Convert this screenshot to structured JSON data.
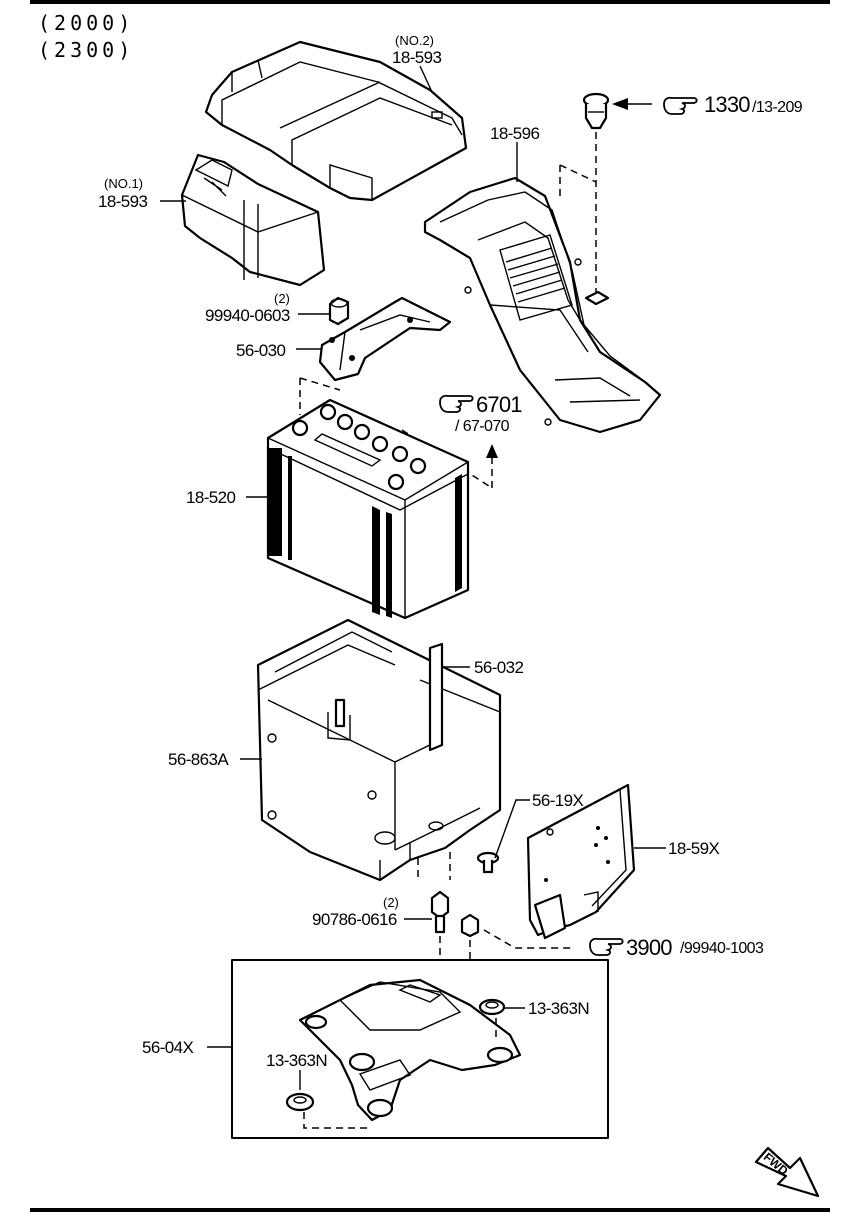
{
  "header": {
    "line1": "(2000)",
    "line2": "(2300)"
  },
  "labels": {
    "no2": "(NO.2)",
    "no2_part": "18-593",
    "no1": "(NO.1)",
    "no1_part": "18-593",
    "p18_596": "18-596",
    "ref1330_big": "1330",
    "ref1330_small": "/13-209",
    "qty_nut": "(2)",
    "p99940_0603": "99940-0603",
    "p56_030": "56-030",
    "ref6701_big": "6701",
    "ref6701_small": "/ 67-070",
    "p18_520": "18-520",
    "p56_032": "56-032",
    "p56_863A": "56-863A",
    "p56_19X": "56-19X",
    "p18_59X": "18-59X",
    "qty_bolt": "(2)",
    "p90786_0616": "90786-0616",
    "ref3900_big": "3900",
    "ref3900_small": "/99940-1003",
    "p13_363N_a": "13-363N",
    "p56_04X": "56-04X",
    "p13_363N_b": "13-363N",
    "fwd": "FWD"
  },
  "icons": [
    "pointing-hand-icon",
    "fwd-arrow-icon"
  ]
}
